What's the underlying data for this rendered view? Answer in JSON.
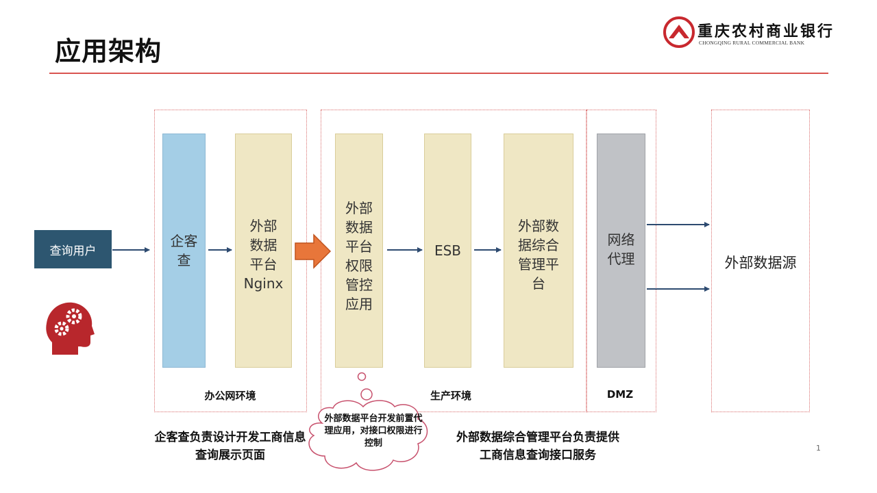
{
  "slide": {
    "title": "应用架构",
    "page_number": "1"
  },
  "logo": {
    "name_cn": "重庆农村商业银行",
    "name_en": "CHONGQING RURAL COMMERCIAL BANK"
  },
  "zones": {
    "office": "办公网环境",
    "production": "生产环境",
    "dmz": "DMZ"
  },
  "nodes": {
    "query_user": "查询用户",
    "enterprise_query": [
      "企客",
      "查"
    ],
    "nginx": [
      "外部",
      "数据",
      "平台",
      "Nginx"
    ],
    "permission_app": [
      "外部",
      "数据",
      "平台",
      "权限",
      "管控",
      "应用"
    ],
    "esb": "ESB",
    "mgmt_platform": [
      "外部数",
      "据综合",
      "管理平",
      "台"
    ],
    "network_proxy": [
      "网络",
      "代理"
    ],
    "external_source": "外部数据源"
  },
  "notes": {
    "left": "企客查负责设计开发工商信息查询展示页面",
    "cloud": "外部数据平台开发前置代理应用，对接口权限进行控制",
    "right": "外部数据综合管理平台负责提供工商信息查询接口服务"
  },
  "colors": {
    "accent_red": "#d9534f",
    "zone_border": "#d96a6a",
    "user_box": "#2d5670",
    "blue_box": "#a4cee6",
    "beige_box": "#efe7c4",
    "gray_box": "#c0c2c6",
    "arrow": "#2d4a70",
    "big_arrow": "#e8763a",
    "logo_red": "#c8282e"
  }
}
